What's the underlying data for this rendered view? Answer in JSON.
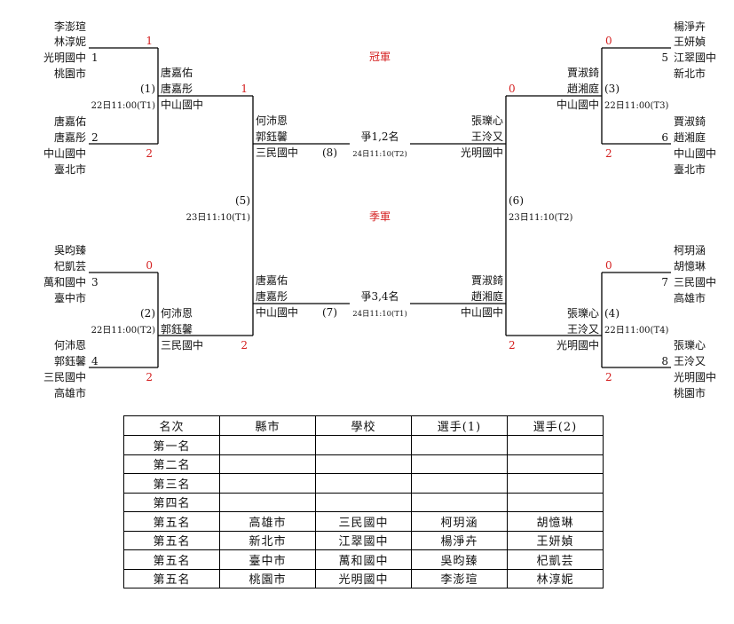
{
  "bracket": {
    "champion_label": "冠軍",
    "third_label": "季軍",
    "final_label": "爭1,2名",
    "third_match_label": "爭3,4名",
    "players": {
      "p1": {
        "seed": "1",
        "name1": "李澎瑄",
        "name2": "林淳妮",
        "school": "光明國中",
        "city": "桃園市",
        "score": "1"
      },
      "p2": {
        "seed": "2",
        "name1": "唐嘉佑",
        "name2": "唐嘉彤",
        "school": "中山國中",
        "city": "臺北市",
        "score": "2"
      },
      "p3": {
        "seed": "3",
        "name1": "吳昀臻",
        "name2": "杞凱芸",
        "school": "萬和國中",
        "city": "臺中市",
        "score": "0"
      },
      "p4": {
        "seed": "4",
        "name1": "何沛恩",
        "name2": "郭鈺馨",
        "school": "三民國中",
        "city": "高雄市",
        "score": "2"
      },
      "p5": {
        "seed": "5",
        "name1": "楊淨卉",
        "name2": "王妍媜",
        "school": "江翠國中",
        "city": "新北市",
        "score": "0"
      },
      "p6": {
        "seed": "6",
        "name1": "賈淑錡",
        "name2": "趙湘庭",
        "school": "中山國中",
        "city": "臺北市",
        "score": "2"
      },
      "p7": {
        "seed": "7",
        "name1": "柯玥涵",
        "name2": "胡憶琳",
        "school": "三民國中",
        "city": "高雄市",
        "score": "0"
      },
      "p8": {
        "seed": "8",
        "name1": "張瓅心",
        "name2": "王泠又",
        "school": "光明國中",
        "city": "桃園市",
        "score": "2"
      }
    },
    "matches": {
      "m1": {
        "label": "(1)",
        "time": "22日11:00(T1)",
        "w1": "唐嘉佑",
        "w2": "唐嘉彤",
        "ws": "中山國中",
        "score": "1"
      },
      "m2": {
        "label": "(2)",
        "time": "22日11:00(T2)",
        "w1": "何沛恩",
        "w2": "郭鈺馨",
        "ws": "三民國中",
        "score": "2"
      },
      "m3": {
        "label": "(3)",
        "time": "22日11:00(T3)",
        "w1": "賈淑錡",
        "w2": "趙湘庭",
        "ws": "中山國中",
        "score": "0"
      },
      "m4": {
        "label": "(4)",
        "time": "22日11:00(T4)",
        "w1": "張瓅心",
        "w2": "王泠又",
        "ws": "光明國中",
        "score": "2"
      },
      "m5": {
        "label": "(5)",
        "time": "23日11:10(T1)",
        "w1": "何沛恩",
        "w2": "郭鈺馨",
        "ws": "三民國中",
        "lw1": "唐嘉佑",
        "lw2": "唐嘉彤",
        "lws": "中山國中"
      },
      "m6": {
        "label": "(6)",
        "time": "23日11:10(T2)",
        "w1": "張瓅心",
        "w2": "王泠又",
        "ws": "光明國中",
        "lw1": "賈淑錡",
        "lw2": "趙湘庭",
        "lws": "中山國中"
      },
      "m7": {
        "label": "(7)",
        "time": "24日11:10(T1)"
      },
      "m8": {
        "label": "(8)",
        "time": "24日11:10(T2)"
      }
    }
  },
  "results_table": {
    "headers": [
      "名次",
      "縣市",
      "學校",
      "選手(1)",
      "選手(2)"
    ],
    "rows": [
      [
        "第一名",
        "",
        "",
        "",
        ""
      ],
      [
        "第二名",
        "",
        "",
        "",
        ""
      ],
      [
        "第三名",
        "",
        "",
        "",
        ""
      ],
      [
        "第四名",
        "",
        "",
        "",
        ""
      ],
      [
        "第五名",
        "高雄市",
        "三民國中",
        "柯玥涵",
        "胡憶琳"
      ],
      [
        "第五名",
        "新北市",
        "江翠國中",
        "楊淨卉",
        "王妍媜"
      ],
      [
        "第五名",
        "臺中市",
        "萬和國中",
        "吳昀臻",
        "杞凱芸"
      ],
      [
        "第五名",
        "桃園市",
        "光明國中",
        "李澎瑄",
        "林淳妮"
      ]
    ]
  }
}
